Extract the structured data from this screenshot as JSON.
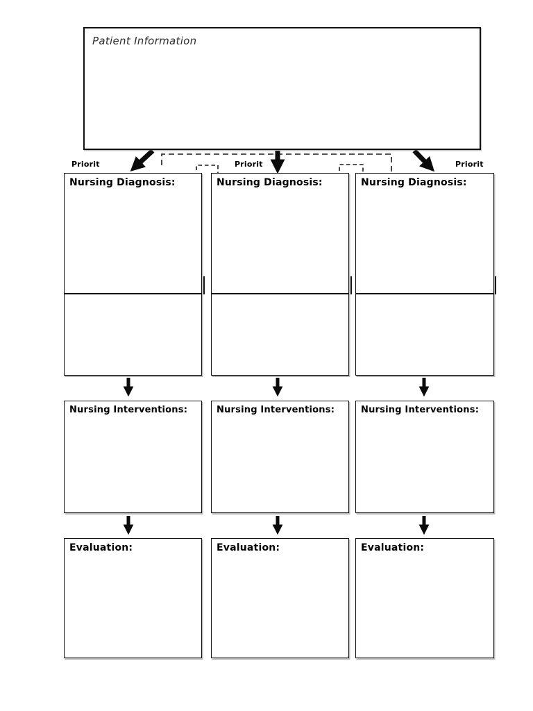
{
  "colors": {
    "background": "#ffffff",
    "ink": "#101010",
    "shadow": "#7d7d7d"
  },
  "patient_box": {
    "label": "Patient Information"
  },
  "columns": [
    {
      "priority_label": "Priorit",
      "diagnosis_label": "Nursing Diagnosis:",
      "interventions_label": "Nursing Interventions:",
      "evaluation_label": "Evaluation:"
    },
    {
      "priority_label": "Priorit",
      "diagnosis_label": "Nursing Diagnosis:",
      "interventions_label": "Nursing Interventions:",
      "evaluation_label": "Evaluation:"
    },
    {
      "priority_label": "Priorit",
      "diagnosis_label": "Nursing Diagnosis:",
      "interventions_label": "Nursing Interventions:",
      "evaluation_label": "Evaluation:"
    }
  ]
}
